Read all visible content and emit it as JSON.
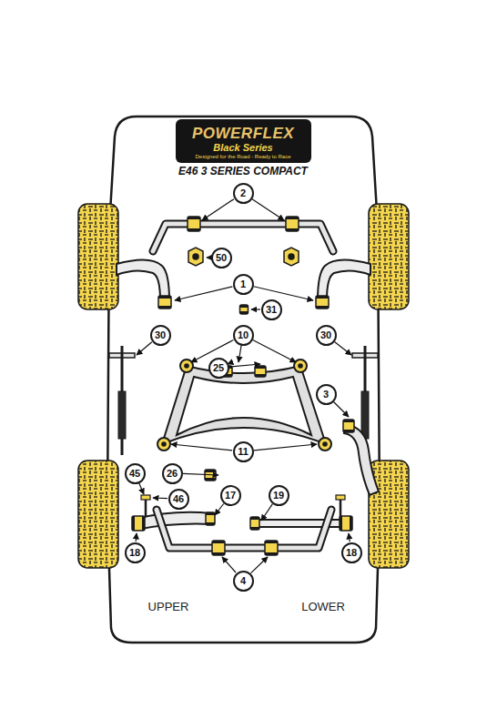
{
  "diagram": {
    "title": "E46 3 SERIES COMPACT",
    "nodes": [
      {
        "text": [
          "2"
        ]
      },
      {
        "text": [
          "50"
        ]
      },
      {
        "text": [
          "1"
        ]
      },
      {
        "text": [
          "31"
        ]
      },
      {
        "text": [
          "30"
        ]
      },
      {
        "text": [
          "10"
        ]
      },
      {
        "text": [
          "30"
        ]
      },
      {
        "text": [
          "25"
        ]
      },
      {
        "text": [
          "3"
        ]
      },
      {
        "text": [
          "11"
        ]
      },
      {
        "text": [
          "26"
        ]
      },
      {
        "text": [
          "45"
        ]
      },
      {
        "text": [
          "46"
        ]
      },
      {
        "text": [
          "17"
        ]
      },
      {
        "text": [
          "19"
        ]
      },
      {
        "text": [
          "18"
        ]
      },
      {
        "text": [
          "18"
        ]
      },
      {
        "text": [
          "4"
        ]
      }
    ],
    "labels": [
      "POWERFLEX",
      "Black Series",
      "Designed for the Road - Ready to Race",
      "UPPER",
      "LOWER"
    ]
  }
}
